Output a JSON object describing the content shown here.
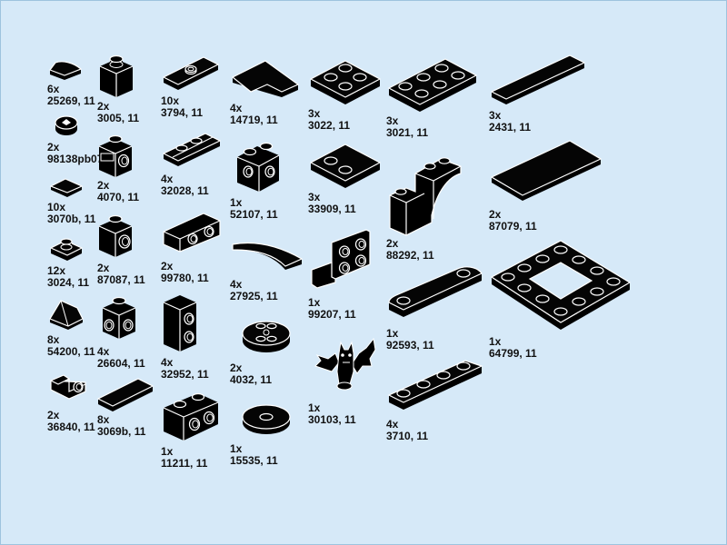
{
  "inventory": {
    "parts": [
      {
        "qty": "6x",
        "part": "25269, 11",
        "icon": "quarter-round-tile-icon"
      },
      {
        "qty": "2x",
        "part": "98138pb07",
        "icon": "round-printed-tile-icon"
      },
      {
        "qty": "10x",
        "part": "3070b, 11",
        "icon": "tile-1x1-icon"
      },
      {
        "qty": "12x",
        "part": "3024, 11",
        "icon": "plate-1x1-icon"
      },
      {
        "qty": "8x",
        "part": "54200, 11",
        "icon": "slope-cheese-icon"
      },
      {
        "qty": "2x",
        "part": "36840, 11",
        "icon": "bracket-1x1-icon"
      },
      {
        "qty": "2x",
        "part": "3005, 11",
        "icon": "brick-1x1-icon"
      },
      {
        "qty": "2x",
        "part": "4070, 11",
        "icon": "headlight-brick-icon"
      },
      {
        "qty": "2x",
        "part": "87087, 11",
        "icon": "side-stud-brick-icon"
      },
      {
        "qty": "4x",
        "part": "26604, 11",
        "icon": "four-side-stud-brick-icon"
      },
      {
        "qty": "8x",
        "part": "3069b, 11",
        "icon": "tile-1x2-icon"
      },
      {
        "qty": "10x",
        "part": "3794, 11",
        "icon": "jumper-plate-icon"
      },
      {
        "qty": "4x",
        "part": "32028, 11",
        "icon": "door-rail-plate-icon"
      },
      {
        "qty": "2x",
        "part": "99780, 11",
        "icon": "inverted-bracket-icon"
      },
      {
        "qty": "4x",
        "part": "32952, 11",
        "icon": "tall-side-stud-brick-icon"
      },
      {
        "qty": "1x",
        "part": "11211, 11",
        "icon": "side-stud-brick-1x2-icon"
      },
      {
        "qty": "4x",
        "part": "14719, 11",
        "icon": "corner-tile-icon"
      },
      {
        "qty": "1x",
        "part": "52107, 11",
        "icon": "side-stud-brick-2x2-icon"
      },
      {
        "qty": "4x",
        "part": "27925, 11",
        "icon": "curved-tile-icon"
      },
      {
        "qty": "2x",
        "part": "4032, 11",
        "icon": "round-plate-icon"
      },
      {
        "qty": "1x",
        "part": "15535, 11",
        "icon": "round-hole-tile-icon"
      },
      {
        "qty": "3x",
        "part": "3022, 11",
        "icon": "plate-2x2-icon"
      },
      {
        "qty": "3x",
        "part": "33909, 11",
        "icon": "tile-with-studs-icon"
      },
      {
        "qty": "1x",
        "part": "99207, 11",
        "icon": "bracket-2x2-icon"
      },
      {
        "qty": "1x",
        "part": "30103, 11",
        "icon": "bat-icon"
      },
      {
        "qty": "3x",
        "part": "3021, 11",
        "icon": "plate-2x3-icon"
      },
      {
        "qty": "2x",
        "part": "88292, 11",
        "icon": "arch-brick-icon"
      },
      {
        "qty": "1x",
        "part": "92593, 11",
        "icon": "plate-1x4-rounded-icon"
      },
      {
        "qty": "4x",
        "part": "3710, 11",
        "icon": "plate-1x4-icon"
      },
      {
        "qty": "3x",
        "part": "2431, 11",
        "icon": "tile-1x4-icon"
      },
      {
        "qty": "2x",
        "part": "87079, 11",
        "icon": "tile-2x4-icon"
      },
      {
        "qty": "1x",
        "part": "64799, 11",
        "icon": "plate-4x4-open-icon"
      }
    ]
  }
}
